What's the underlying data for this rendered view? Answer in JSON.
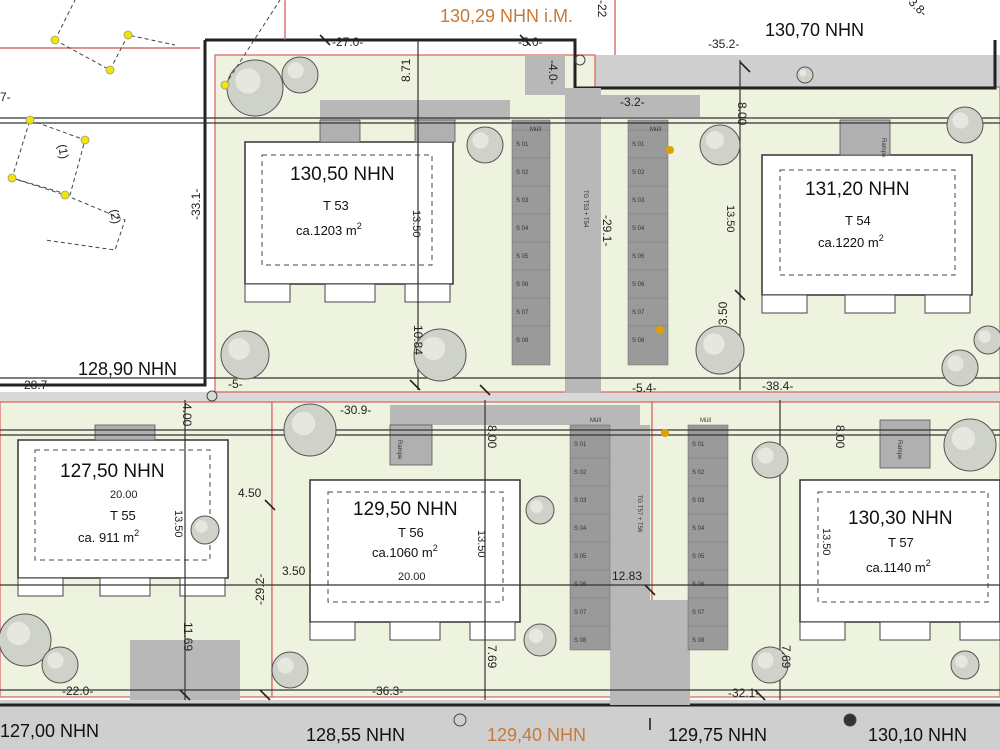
{
  "elevations": {
    "top_center": "130,29 NHN i.M.",
    "top_right": "130,70 NHN",
    "left_mid": "128,90 NHN",
    "bottom_left": "127,00 NHN",
    "bottom_1": "128,55 NHN",
    "bottom_2": "129,40 NHN",
    "bottom_3": "129,75 NHN",
    "bottom_4": "130,10 NHN"
  },
  "buildings": [
    {
      "id": "T 53",
      "elev": "130,50 NHN",
      "area": "ca.1203 m",
      "sup": "2",
      "depth": "13.50"
    },
    {
      "id": "T 54",
      "elev": "131,20 NHN",
      "area": "ca.1220 m",
      "sup": "2",
      "depth": "13.50"
    },
    {
      "id": "T 55",
      "elev": "127,50 NHN",
      "area": "ca. 911 m",
      "sup": "2",
      "depth": "13.50",
      "width": "20.00"
    },
    {
      "id": "T 56",
      "elev": "129,50 NHN",
      "area": "ca.1060 m",
      "sup": "2",
      "depth": "13.50",
      "width": "20.00"
    },
    {
      "id": "T 57",
      "elev": "130,30 NHN",
      "area": "ca.1140 m",
      "sup": "2",
      "depth": "13.50"
    }
  ],
  "dims": {
    "d27": "-27.0-",
    "d50": "-5.0-",
    "d40": "-4.0-",
    "d352": "-35.2-",
    "d32": "-3.2-",
    "d871": "8.71",
    "d331": "-33.1-",
    "d1084": "10.84",
    "d291": "-29.1-",
    "d800a": "8.00",
    "d287": "-28.7-",
    "d54": "-5.4-",
    "d384": "-38.4-",
    "d309": "-30.9-",
    "d400": "4.00",
    "d450": "4.50",
    "d800b": "8.00",
    "d800c": "8.00",
    "d350": "3.50",
    "d292": "-29.2-",
    "d1283": "12.83",
    "d1169": "11.69",
    "d769a": "7.69",
    "d769b": "7.69",
    "d220": "-22.0-",
    "d363": "-36.3-",
    "d321": "-32.1-",
    "d1350b": "13.50",
    "d350m": "3.50",
    "d5": "-5-",
    "d22": "-22",
    "d38": "-3.8-",
    "d7": "7-"
  },
  "parcels": {
    "p1": "(1)",
    "p2": "(2)"
  },
  "parking_labels": [
    "S 01",
    "S 02",
    "S 03",
    "S 04",
    "S 05",
    "S 06",
    "S 07",
    "S 08"
  ],
  "misc": {
    "mull": "Müll",
    "rampe": "Rampe",
    "tg1": "TG T53 + T54",
    "tg2": "TG T57 + T56"
  }
}
